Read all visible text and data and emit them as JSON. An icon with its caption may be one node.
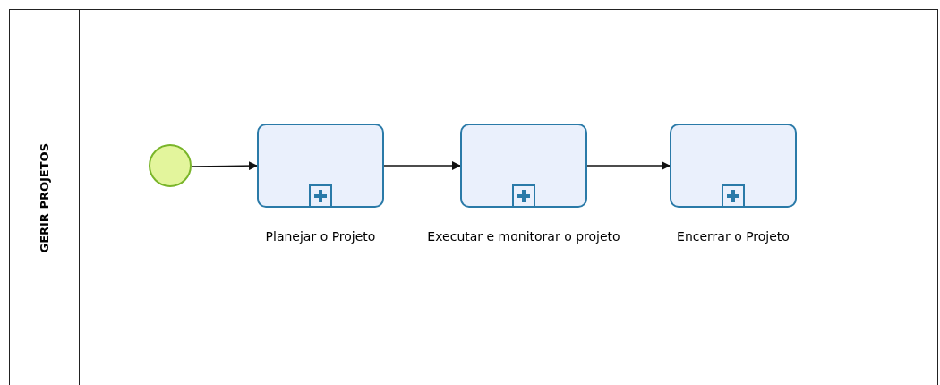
{
  "diagram": {
    "nodes": [
      {
        "text": [
          "GERIR PROJETOS"
        ]
      },
      {
        "text": [],
        "shape": "circle",
        "in": 0
      },
      {
        "text": [
          "Planejar o Projeto"
        ],
        "in": 0
      },
      {
        "text": [
          "Executar e monitorar o projeto"
        ],
        "in": 0
      },
      {
        "text": [
          "Encerrar o Projeto"
        ],
        "in": 0
      }
    ],
    "edges": [
      {
        "from": 1,
        "to": 2,
        "arrow": "to"
      },
      {
        "from": 2,
        "to": 3,
        "arrow": "to"
      },
      {
        "from": 3,
        "to": 4,
        "arrow": "to"
      }
    ]
  }
}
